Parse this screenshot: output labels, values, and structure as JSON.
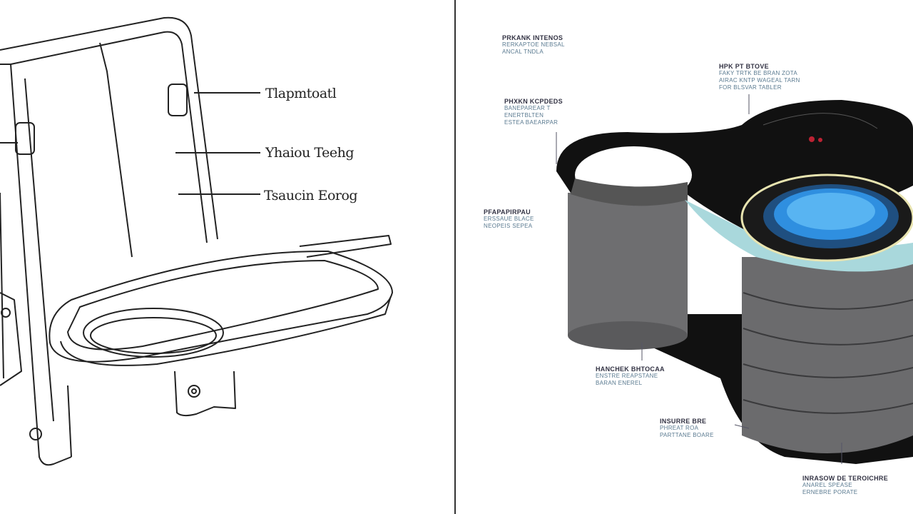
{
  "left_panel": {
    "labels": [
      "Tlapmtoatl",
      "Yhaiou Teehg",
      "Tsaucin Eorog"
    ]
  },
  "right_panel": {
    "callouts": [
      {
        "title": "PRKANK INTENOS",
        "lines": [
          "RERKAPTOE NEBSAL",
          "ANCAL TNDLA"
        ]
      },
      {
        "title": "PHXKN KCPDEDS",
        "lines": [
          "BANEPAREAR T",
          "ENERTBLTEN",
          "ESTEA  BAEARPAR"
        ]
      },
      {
        "title": "HPK PT BTOVE",
        "lines": [
          "FAKY TRTK BE BRAN ZOTA",
          "AIRAC KNTP WAGEAL TARN",
          "FOR BLSVAR TABLER"
        ]
      },
      {
        "title": "PFAPAPIRPAU",
        "lines": [
          "ERSSAUE BLACE",
          "NEOPEIS SEPEA"
        ]
      },
      {
        "title": "HANCHEK BHTOCAA",
        "lines": [
          "ENSTRE REAPSTANE",
          "BARAN  ENEREL"
        ]
      },
      {
        "title": "INSURRE BRE",
        "lines": [
          "PHREAT ROA",
          "PARTTANE BOARE"
        ]
      },
      {
        "title": "INRASOW DE TEROICHRE",
        "lines": [
          "ANAREL SPEASE",
          "ERNEBRE PORATE"
        ]
      }
    ],
    "colors": {
      "cup_body": "#6e6e70",
      "lid": "#111111",
      "glow_blue": "#2f8fe0",
      "teal": "#a9d8dc"
    }
  }
}
